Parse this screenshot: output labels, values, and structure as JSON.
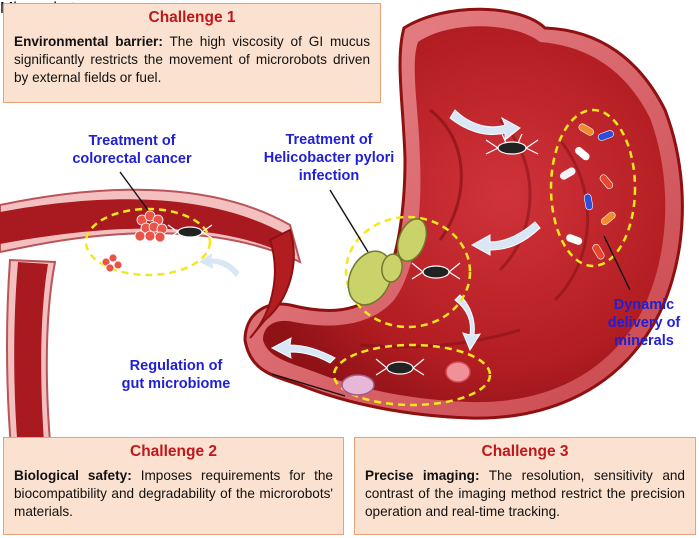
{
  "challenges": [
    {
      "title": "Challenge 1",
      "heading": "Environmental barrier:",
      "text": "The high viscosity of GI mucus significantly restricts the movement of microrobots driven by external fields or fuel."
    },
    {
      "title": "Challenge 2",
      "heading": "Biological safety:",
      "text": "Imposes requirements for the biocompatibility and degradability of the microrobots' materials."
    },
    {
      "title": "Challenge 3",
      "heading": "Precise imaging:",
      "text": "The resolution, sensitivity and contrast of the imaging method restrict the precision operation and real-time tracking."
    }
  ],
  "labels": {
    "colorectal": [
      "Treatment of",
      "colorectal cancer"
    ],
    "hpylori": [
      "Treatment of",
      "Helicobacter pylori",
      "infection"
    ],
    "microbiome": [
      "Regulation of",
      "gut microbiome"
    ],
    "minerals": [
      "Dynamic",
      "delivery of",
      "minerals"
    ],
    "microrobot": "Microrobot"
  },
  "colors": {
    "stomach_outer": "#8e1010",
    "stomach_inner": "#c0262a",
    "label_blue": "#1f1fd6",
    "microrobot_yellow": "#f3e81c",
    "challenge_title": "#c0171c",
    "box_fill": "#fbe1cf"
  }
}
